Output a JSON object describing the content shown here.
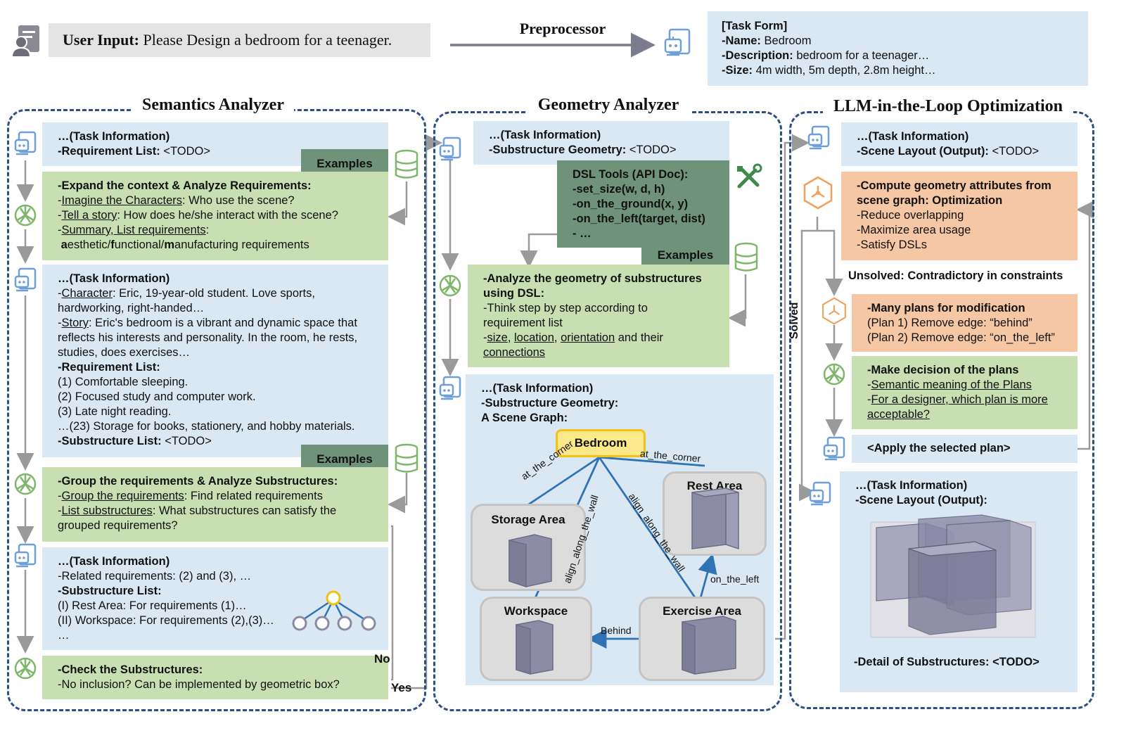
{
  "header": {
    "user_input_label": "User Input:",
    "user_input_text": "Please Design a bedroom for a teenager.",
    "preprocessor": "Preprocessor",
    "task_form": {
      "title": "[Task Form]",
      "name_label": "-Name:",
      "name": "Bedroom",
      "desc_label": "-Description:",
      "desc": "bedroom for a teenager…",
      "size_label": "-Size:",
      "size": "4m width, 5m depth, 2.8m height…"
    }
  },
  "semantics": {
    "title": "Semantics Analyzer",
    "task1": {
      "l1": "…(Task Information)",
      "l2_label": "-Requirement List:",
      "l2": "<TODO>"
    },
    "examples1": "Examples",
    "expand": {
      "head": "-Expand the context & Analyze Requirements:",
      "l1_u": "Imagine the Characters",
      "l1": ": Who use the scene?",
      "l2_u": "Tell a story",
      "l2": ": How does he/she interact with the scene?",
      "l3_u": "Summary, List requirements",
      "l3": ":",
      "l4a": "a",
      "l4b": "esthetic/",
      "l4c": "f",
      "l4d": "unctional/",
      "l4e": "m",
      "l4f": "anufacturing requirements"
    },
    "task2": {
      "head": "…(Task Information)",
      "char_u": "Character",
      "char": ": Eric, 19-year-old student. Love sports,",
      "char2": "hardworking, right-handed…",
      "story_u": "Story",
      "story": ": Eric's bedroom is a vibrant and dynamic space that",
      "story2": "reflects his interests and personality. In the room, he rests,",
      "story3": "studies, does exercises…",
      "req_head": "-Requirement List:",
      "r1": "(1) Comfortable sleeping.",
      "r2": "(2) Focused study and computer work.",
      "r3": "(3) Late night reading.",
      "r4": "…(23) Storage for books, stationery, and hobby materials.",
      "sub_label": "-Substructure List:",
      "sub": "<TODO>"
    },
    "examples2": "Examples",
    "group": {
      "head": "-Group the requirements & Analyze Substructures:",
      "l1_u": "Group the requirements",
      "l1": ": Find related requirements",
      "l2_u": "List substructures",
      "l2": ": What substructures can satisfy the",
      "l3": "grouped requirements?"
    },
    "task3": {
      "head": "…(Task Information)",
      "l1": "-Related requirements: (2) and (3), …",
      "sub_head": "-Substructure List:",
      "s1": "(I) Rest Area: For requirements (1)…",
      "s2": "(II) Workspace: For requirements (2),(3)…",
      "s3": "…"
    },
    "check": {
      "head": "-Check the Substructures:",
      "l1": "-No inclusion? Can be implemented by geometric box?"
    },
    "no": "No",
    "yes": "Yes"
  },
  "geometry": {
    "title": "Geometry Analyzer",
    "task1": {
      "l1": "…(Task Information)",
      "l2_label": "-Substructure Geometry:",
      "l2": "<TODO>"
    },
    "dsl": {
      "head": "DSL Tools (API Doc):",
      "l1": "-set_size(w, d, h)",
      "l2": "-on_the_ground(x, y)",
      "l3": "-on_the_left(target, dist)",
      "l4": "- …"
    },
    "examples": "Examples",
    "analyze": {
      "head1": "-Analyze the geometry of substructures",
      "head2": "using DSL:",
      "l1": "-Think step by step according to",
      "l2": "requirement list",
      "l3a": "-",
      "l3b": "size",
      "l3c": ", ",
      "l3d": "location",
      "l3e": ", ",
      "l3f": "orientation",
      "l3g": " and their",
      "l4": "connections"
    },
    "task2": {
      "head": "…(Task Information)",
      "l1": "-Substructure Geometry:",
      "l2": "A Scene Graph:"
    },
    "graph": {
      "bedroom": "Bedroom",
      "rest": "Rest Area",
      "storage": "Storage Area",
      "workspace": "Workspace",
      "exercise": "Exercise Area",
      "e_corner1": "at_the_corner",
      "e_corner2": "at_the_corner",
      "e_wall1": "align_along_the_wall",
      "e_wall2": "align_along_the_wall",
      "e_left": "on_the_left",
      "e_behind": "Behind"
    }
  },
  "llm": {
    "title": "LLM-in-the-Loop Optimization",
    "task1": {
      "l1": "…(Task Information)",
      "l2_label": "-Scene Layout (Output):",
      "l2": "<TODO>"
    },
    "compute": {
      "head1": "-Compute geometry attributes from",
      "head2": "scene graph: Optimization",
      "l1": "-Reduce overlapping",
      "l2": "-Maximize area usage",
      "l3": "-Satisfy DSLs"
    },
    "unsolved": "Unsolved: Contradictory in constraints",
    "solved": "Solved",
    "plans": {
      "head": "-Many plans for modification",
      "p1": "(Plan 1) Remove edge: “behind”",
      "p2": "(Plan 2) Remove edge: “on_the_left”"
    },
    "decision": {
      "head": "-Make decision of the plans",
      "l1_u": "Semantic meaning of the Plans",
      "l2_u": "For a designer, which plan is more",
      "l3_u": "acceptable?"
    },
    "apply": "<Apply the selected plan>",
    "task2": {
      "head": "…(Task Information)",
      "l1": "-Scene Layout (Output):",
      "detail": "-Detail of Substructures: <TODO>"
    }
  }
}
